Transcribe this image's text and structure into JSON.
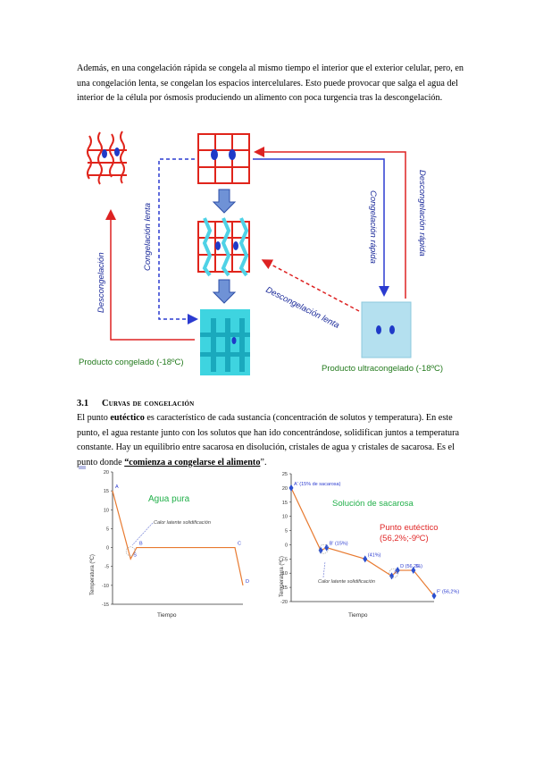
{
  "paragraph1": "Además, en una congelación rápida se congela al mismo tiempo el interior que el exterior celular, pero, en una congelación lenta, se congelan los espacios intercelulares. Esto puede provocar que salga el agua del interior de la célula por ósmosis produciendo un alimento con poca turgencia tras la descongelación.",
  "diagram": {
    "congelacion_lenta": "Congelación lenta",
    "congelacion_rapida": "Congelación rápida",
    "descongelacion_rapida": "Descongelación rápida",
    "descongelacion": "Descongelación",
    "descongelacion_lenta": "Descongelación lenta",
    "producto_congelado": "Producto congelado (-18ºC)",
    "producto_ultracongelado": "Producto ultracongelado (-18ºC)"
  },
  "section": {
    "number": "3.1",
    "title": "Curvas de congelación"
  },
  "paragraph2": {
    "pre": "El punto ",
    "bold": "eutéctico",
    "mid": " es característico de cada sustancia (concentración de solutos y temperatura). En este punto, el agua restante junto con los solutos que han ido concentrándose, solidifican juntos a temperatura constante. Hay un equilibrio entre sacarosa en disolución, cristales de agua y cristales de sacarosa. Es el punto donde ",
    "underlined": "“comienza a congelarse el alimento",
    "post": "”."
  },
  "chart_data": [
    {
      "type": "line",
      "title": "Agua pura",
      "ylabel": "Temperatura (ºC)",
      "xlabel": "Tiempo",
      "ylim": [
        -15,
        20
      ],
      "yticks": [
        20,
        15,
        10,
        5,
        0,
        -5,
        -10,
        -15
      ],
      "series": [
        {
          "points": [
            {
              "x": 0,
              "y": 15,
              "label": "A"
            },
            {
              "x": 1.8,
              "y": -3,
              "label": "S"
            },
            {
              "x": 2.4,
              "y": 0,
              "label": "B"
            },
            {
              "x": 12.2,
              "y": 0,
              "label": "C"
            },
            {
              "x": 13,
              "y": -10,
              "label": "D"
            }
          ]
        }
      ],
      "annotations": [
        "Calor latente solidificación"
      ],
      "color": "#e87a30"
    },
    {
      "type": "line",
      "title": "Solución de sacarosa",
      "ylabel": "Temperatura (ºC)",
      "xlabel": "Tiempo",
      "ylim": [
        -20,
        25
      ],
      "yticks": [
        25,
        20,
        15,
        10,
        5,
        0,
        -5,
        -10,
        -15,
        -20
      ],
      "series": [
        {
          "points": [
            {
              "x": 0,
              "y": 20,
              "label": "A' (15% de sacarosa)"
            },
            {
              "x": 3,
              "y": -2
            },
            {
              "x": 3.6,
              "y": -1,
              "label": "B' (15%)"
            },
            {
              "x": 7.5,
              "y": -5,
              "label": "(41%)"
            },
            {
              "x": 10.2,
              "y": -11,
              "label": "C'"
            },
            {
              "x": 10.8,
              "y": -9,
              "label": "D (56,2%)"
            },
            {
              "x": 12.4,
              "y": -9,
              "label": "E"
            },
            {
              "x": 14.5,
              "y": -18,
              "label": "F' (56,2%)"
            }
          ]
        }
      ],
      "annotations": [
        "Calor latente solidificación",
        "Punto eutéctico",
        "(56,2%;-9ºC)"
      ],
      "color": "#e87a30"
    }
  ]
}
